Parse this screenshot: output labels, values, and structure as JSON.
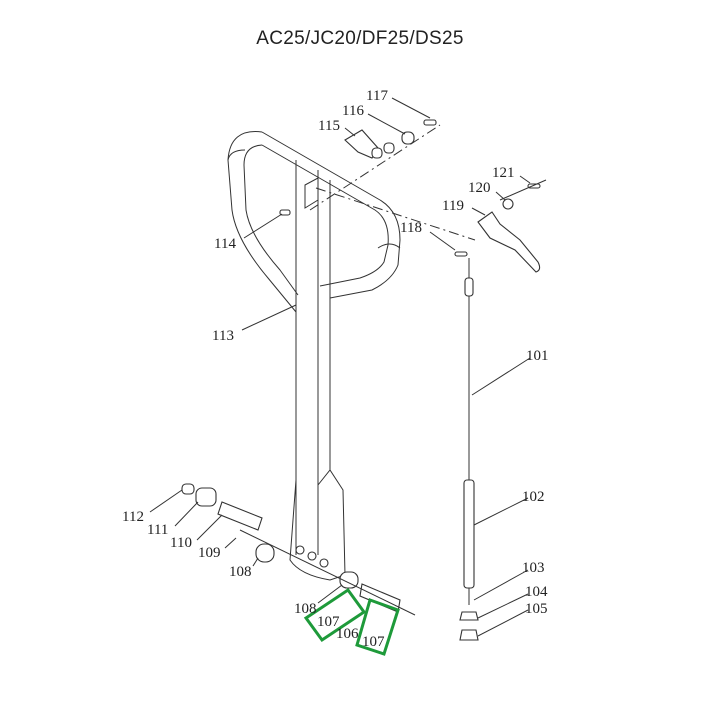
{
  "title": "AC25/JC20/DF25/DS25",
  "highlight_color": "#1e9a3a",
  "parts": {
    "p101": "101",
    "p102": "102",
    "p103": "103",
    "p104": "104",
    "p105": "105",
    "p106": "106",
    "p107a": "107",
    "p107b": "107",
    "p108a": "108",
    "p108b": "108",
    "p109": "109",
    "p110": "110",
    "p111": "111",
    "p112": "112",
    "p113": "113",
    "p114": "114",
    "p115": "115",
    "p116": "116",
    "p117": "117",
    "p118": "118",
    "p119": "119",
    "p120": "120",
    "p121": "121"
  }
}
